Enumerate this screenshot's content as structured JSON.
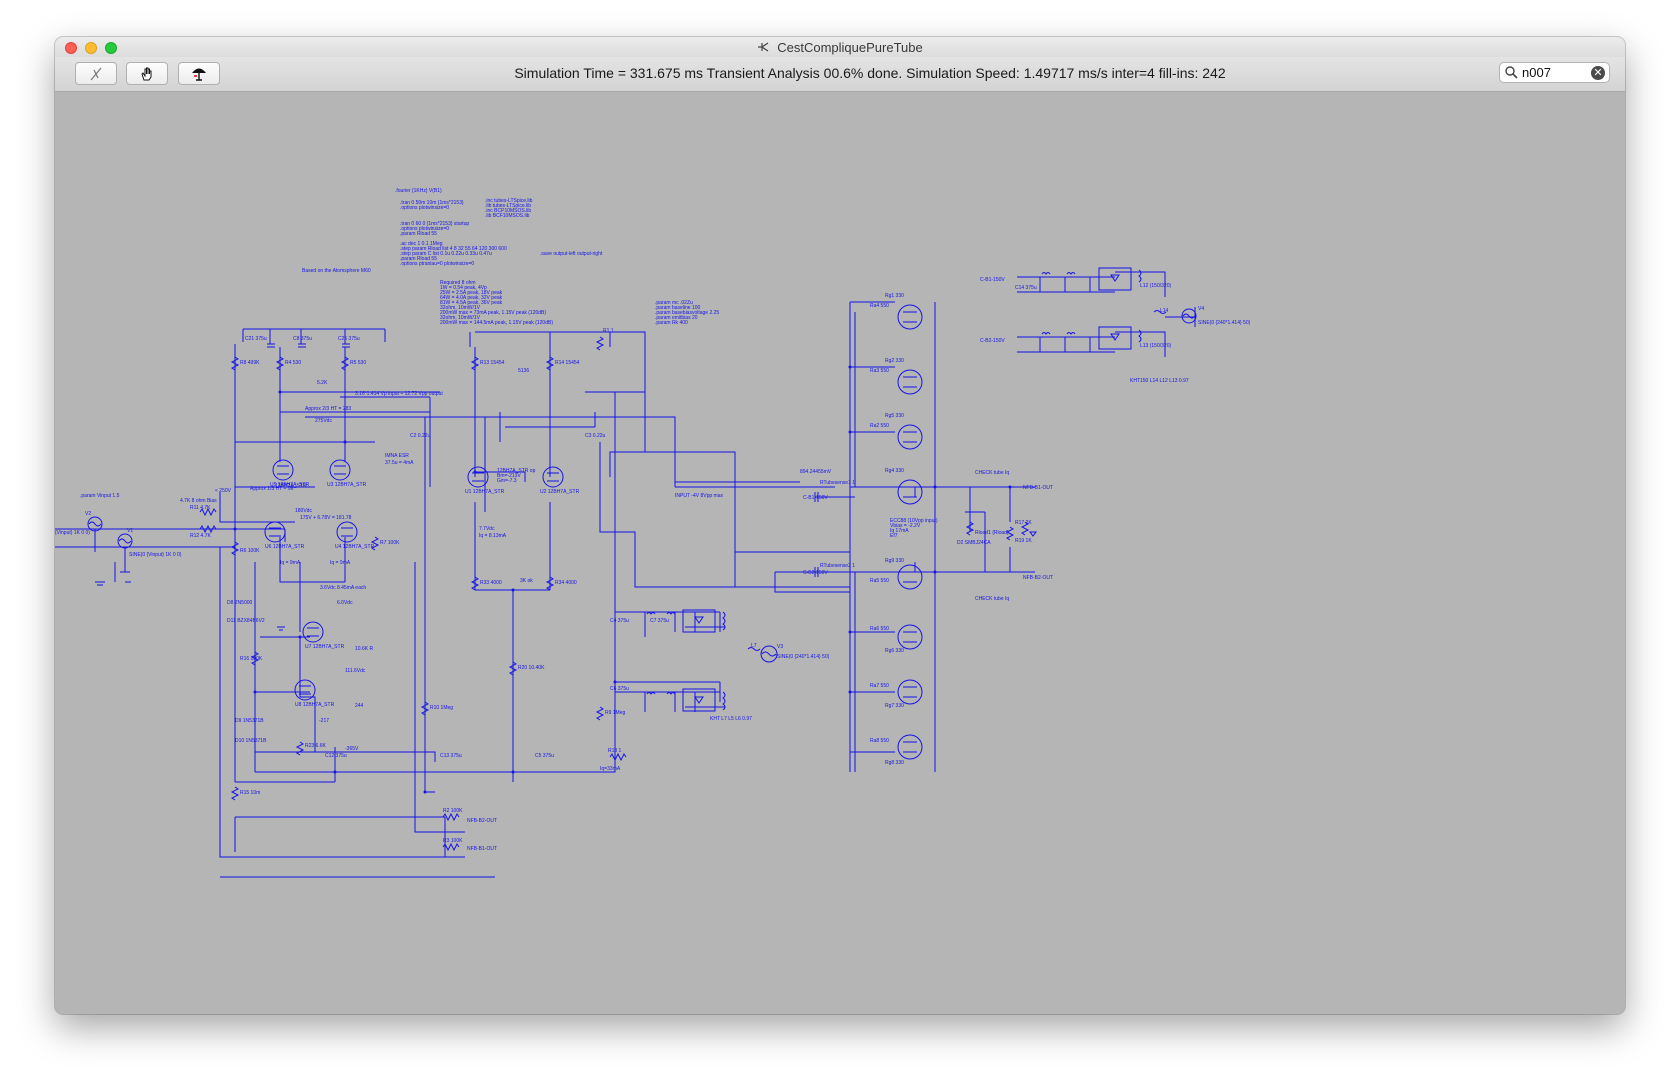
{
  "window": {
    "title": "CestCompliquePureTube",
    "status": "Simulation Time = 331.675 ms  Transient Analysis 00.6% done. Simulation Speed: 1.49717 ms/s inter=4 fill-ins: 242",
    "search_value": "n007",
    "toolbar_icons": [
      "probe-icon",
      "hand-icon",
      "halt-icon"
    ]
  },
  "schematic": {
    "directives": [
      ".fourier {1KHz} V(B1)",
      ".tran 0 50m 10m {1ms*2153}",
      ".options plotwinsize=0",
      ".inc tubes-LTSpice.lib",
      ".lib tubes-LTSpice.lib",
      ".inc BCP10MSOS.lib",
      ".lib BCF10MSOS.lib",
      ".tran 0 60 0 {1ms*2153} startup",
      ".options plotwinsize=0",
      ".param Rload 55",
      ".ac dec 1 0.1 1Meg",
      ".step param Rload list 4 8 32 55 64 120 300 600",
      ".step param C list 0.1u 0.22u 0.33u 0.47u",
      ".param Rload 55",
      ".options ptranlau=0 plotwinsize=0",
      ".save output-left output-right",
      "Based on the Atomsphere M60",
      "Required 8 ohm",
      "1W = 0.54 peak, 4Vp",
      "25W = 2.5A peak, 18V peak",
      "64W = 4.0A peak, 32V peak",
      "81W = 4.5A peak, 36V peak",
      "32ohm, 10mW/1V",
      "200mW max = 73mA peak, 1.15V peak  (120dB)",
      "32ohm, 10mW/1V",
      "200mW max = 144.5mA peak, 1.15V peak  (120dB)",
      ".param mc .02Zu",
      ".param baseline 100",
      ".param basebiasvoltage 2.25",
      ".param emitbias 20",
      ".param Rk 400"
    ],
    "labels": [
      "Approx 1/3 HT = 96",
      "Approx 2/3 HT = 283",
      "275Vdc",
      "5.2K",
      "3.16*1.414 Vp input = 12.72 Vpp output",
      "< 250V",
      "180Vdc",
      "175V + 6.78V = 181.78",
      "Iq = 9mA",
      "Iq = 9mA",
      "3.6Vdc 8.45mA each",
      "6.0Vdc",
      "10.6K R",
      "111.6Vdc",
      "-217",
      "244",
      "-365V",
      "Iq=33mA",
      "7.7Vdc",
      "Iq = 8.13mA",
      "3K ok",
      "5136",
      "894.24455mV",
      "INPUT -4V  8Vpp max",
      "ECC88 (10Vpp input)",
      "Vbias = -2.2V",
      "Iq 17mA",
      "Ef7",
      "CHECK tube Iq",
      "CHECK tube Iq",
      "NFB-B1-OUT",
      "NFB-B2-OUT",
      "NFB-B2-OUT",
      "NFB-B1-OUT",
      "C-B1-150V",
      "C-B2-150V",
      "C-B1-150V",
      "C-B2-150V",
      "KHT L7 L5 L6 0.97",
      "KHT150 L14 L12 L13 0.97",
      "SINE(0 {240*1.414} 50)",
      "SINE(0 {240*1.414} 50)",
      "SINE(0 {Vinput} 1K 0 0)",
      ".param Vinput 1.5",
      "{Vinput} 1K 0 0)",
      "12BH7A_STR",
      "12BH7A_STR op",
      "Bm=-213V",
      "Gm=-7.3",
      "IMNA ESR",
      "37.5u = 4mA",
      "4.7K 8 ohm Bias"
    ],
    "parts": {
      "resistors": [
        "R8 499K",
        "R4 530",
        "R5 530",
        "R13 15454",
        "R14 15454",
        "R1 1",
        "R11 4.7K",
        "R12 4.7K",
        "R6 100K",
        "R7 100K",
        "R16 100K",
        "R33 4000",
        "R34 4000",
        "R20 10.40K",
        "R10 1Meg",
        "R9 1Meg",
        "R18 1",
        "R15 10m",
        "R2 100K",
        "R3 100K",
        "R23 6.6K",
        "R17 2K",
        "R19 1K",
        "Rload1 {Rload}"
      ],
      "capacitors": [
        "C21 375u",
        "C8 375u",
        "C25 375u",
        "C2 0.22u",
        "C3 0.22u",
        "C12 375u",
        "C13 375u",
        "C5 375u",
        "C4 375u",
        "C6 375u",
        "C7 375u",
        "C14 375u"
      ],
      "tubes": [
        "U5 12BH7A_STR",
        "U3 12BH7A_STR",
        "U1 12BH7A_STR",
        "U2 12BH7A_STR",
        "U6 12BH7A_STR",
        "U4 12BH7A_STR",
        "U7 12BH7A_STR",
        "U8 12BH7A_STR",
        "Rg1 330",
        "Rg2 330",
        "Rg5 330",
        "Rg4 330",
        "Rg9 330",
        "Rg6 330",
        "Rg7 330",
        "Rg8 330"
      ],
      "misc": [
        "Ra4 550",
        "Ra3 550",
        "Ra2 550",
        "RTubesense1 1",
        "RTubesense2 1",
        "Ra5 550",
        "Ra6 550",
        "Ra7 550",
        "Ra8 550",
        "D8 2N5000",
        "D11 BZX84B6V2",
        "D9 1N5371B",
        "D10 1N5371B",
        "D2 SMBJ24CA",
        "L12 (150/320)",
        "L13 (150/320)",
        "L14",
        "V4",
        "V3",
        "L7",
        "V1",
        "V2"
      ]
    }
  }
}
